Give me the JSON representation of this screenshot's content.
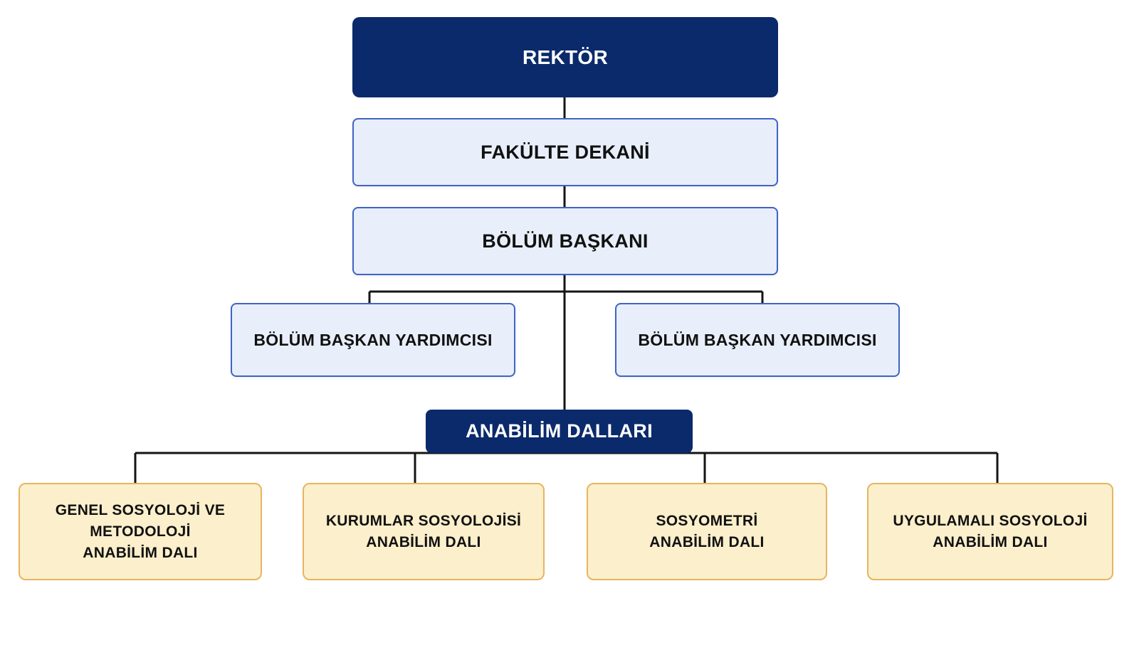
{
  "root": {
    "label": "REKTÖR"
  },
  "dean": {
    "label": "FAKÜLTE DEKANİ"
  },
  "head": {
    "label": "BÖLÜM BAŞKANI"
  },
  "deputies": [
    {
      "label": "BÖLÜM BAŞKAN YARDIMCISI"
    },
    {
      "label": "BÖLÜM BAŞKAN YARDIMCISI"
    }
  ],
  "departments_header": {
    "label": "ANABİLİM DALLARI"
  },
  "departments": [
    {
      "line1": "GENEL SOSYOLOJİ VE",
      "line2": "METODOLOJİ",
      "line3": "ANABİLİM DALI"
    },
    {
      "line1": "KURUMLAR SOSYOLOJİSİ",
      "line2": "ANABİLİM DALI"
    },
    {
      "line1": "SOSYOMETRİ",
      "line2": "ANABİLİM DALI"
    },
    {
      "line1": "UYGULAMALI SOSYOLOJİ",
      "line2": "ANABİLİM DALI"
    }
  ],
  "colors": {
    "primary_navy": "#0b2a6b",
    "light_box_fill": "#e8effb",
    "light_box_border": "#3f64c4",
    "unit_fill": "#fcefcc",
    "unit_border": "#e6b560",
    "connector": "#141414"
  }
}
